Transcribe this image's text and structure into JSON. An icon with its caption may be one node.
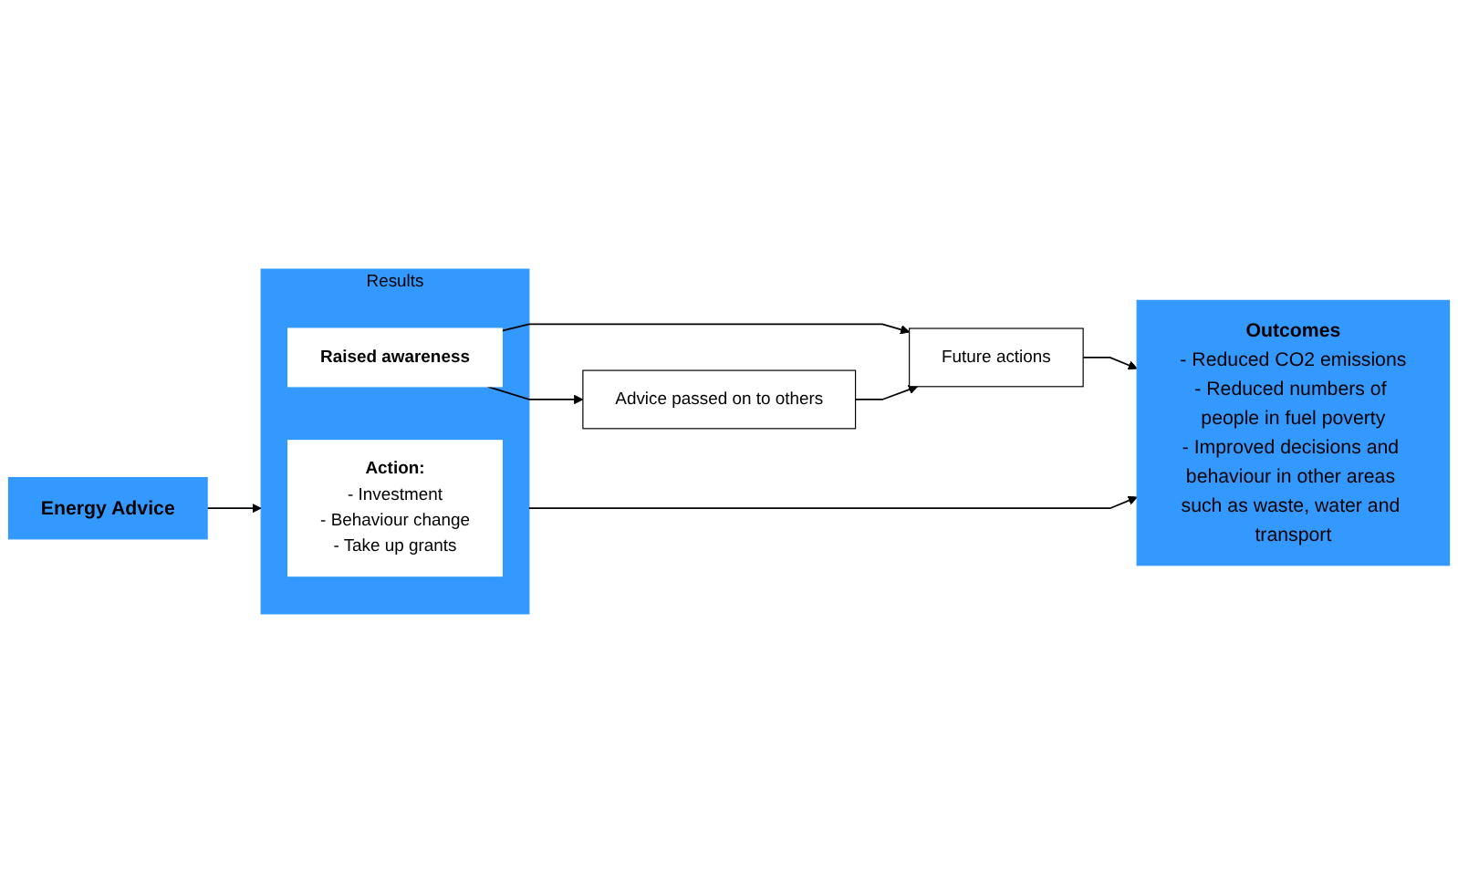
{
  "diagram": {
    "nodes": [
      {
        "text": [
          "Energy Advice"
        ]
      },
      {
        "text": [
          "Results"
        ]
      },
      {
        "text": [
          "Action:",
          "- Investment",
          "- Behaviour change",
          "- Take up grants"
        ],
        "in": 1
      },
      {
        "text": [
          "Raised awareness"
        ],
        "in": 1
      },
      {
        "text": [
          "Outcomes",
          "- Reduced CO2 emissions",
          "- Reduced numbers of people in fuel poverty",
          "- Improved decisions and behaviour in other areas such as waste, water and transport"
        ]
      },
      {
        "text": [
          "Advice passed on to others"
        ]
      },
      {
        "text": [
          "Future actions"
        ]
      }
    ],
    "edges": [
      {
        "from": 0,
        "to": 1,
        "arrow": "to"
      },
      {
        "from": 1,
        "to": 4,
        "arrow": "to"
      },
      {
        "from": 3,
        "to": 5,
        "arrow": "to"
      },
      {
        "from": 3,
        "to": 6,
        "arrow": "to"
      },
      {
        "from": 5,
        "to": 6,
        "arrow": "to"
      },
      {
        "from": 6,
        "to": 4,
        "arrow": "to"
      }
    ]
  }
}
